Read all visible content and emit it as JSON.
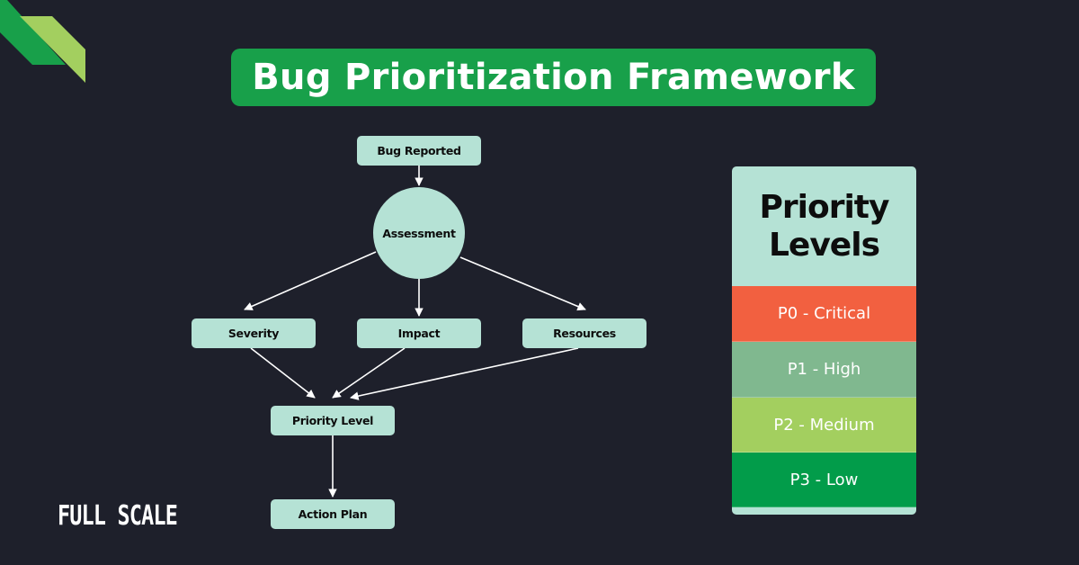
{
  "title": "Bug Prioritization Framework",
  "colors": {
    "background": "#1e202b",
    "title_bg": "#18a04a",
    "node_fill": "#b5e2d5",
    "corner_dark_green": "#18a04a",
    "corner_light_green": "#a3cf5f"
  },
  "flowchart": {
    "nodes": {
      "bug_reported": "Bug Reported",
      "assessment": "Assessment",
      "severity": "Severity",
      "impact": "Impact",
      "resources": "Resources",
      "priority_level": "Priority Level",
      "action_plan": "Action Plan"
    },
    "edges": [
      [
        "Bug Reported",
        "Assessment"
      ],
      [
        "Assessment",
        "Severity"
      ],
      [
        "Assessment",
        "Impact"
      ],
      [
        "Assessment",
        "Resources"
      ],
      [
        "Severity",
        "Priority Level"
      ],
      [
        "Impact",
        "Priority Level"
      ],
      [
        "Resources",
        "Priority Level"
      ],
      [
        "Priority Level",
        "Action Plan"
      ]
    ]
  },
  "priority_panel": {
    "header": "Priority Levels",
    "levels": [
      {
        "label": "P0 - Critical",
        "color": "#f26040"
      },
      {
        "label": "P1 - High",
        "color": "#80b88f"
      },
      {
        "label": "P2 - Medium",
        "color": "#a3cf5f"
      },
      {
        "label": "P3 - Low",
        "color": "#029c4a"
      }
    ]
  },
  "brand": {
    "logo_text": "FULL SCALE"
  }
}
